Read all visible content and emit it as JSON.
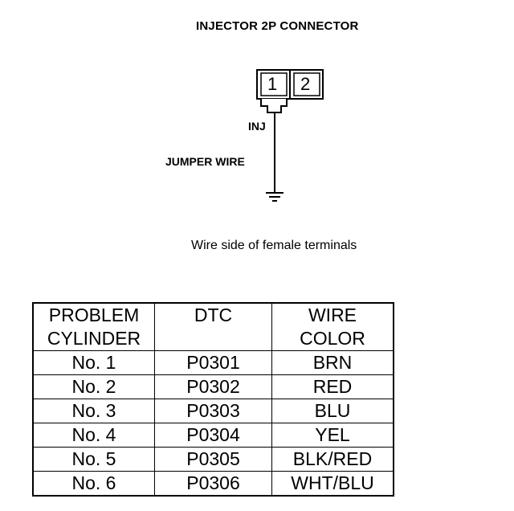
{
  "diagram": {
    "title": "INJECTOR 2P CONNECTOR",
    "pin_1": "1",
    "pin_2": "2",
    "inj_label": "INJ",
    "jumper_label": "JUMPER WIRE",
    "caption": "Wire side of female terminals"
  },
  "table": {
    "headers": [
      "PROBLEM CYLINDER",
      "DTC",
      "WIRE COLOR"
    ],
    "rows": [
      [
        "No. 1",
        "P0301",
        "BRN"
      ],
      [
        "No. 2",
        "P0302",
        "RED"
      ],
      [
        "No. 3",
        "P0303",
        "BLU"
      ],
      [
        "No. 4",
        "P0304",
        "YEL"
      ],
      [
        "No. 5",
        "P0305",
        "BLK/RED"
      ],
      [
        "No. 6",
        "P0306",
        "WHT/BLU"
      ]
    ]
  }
}
